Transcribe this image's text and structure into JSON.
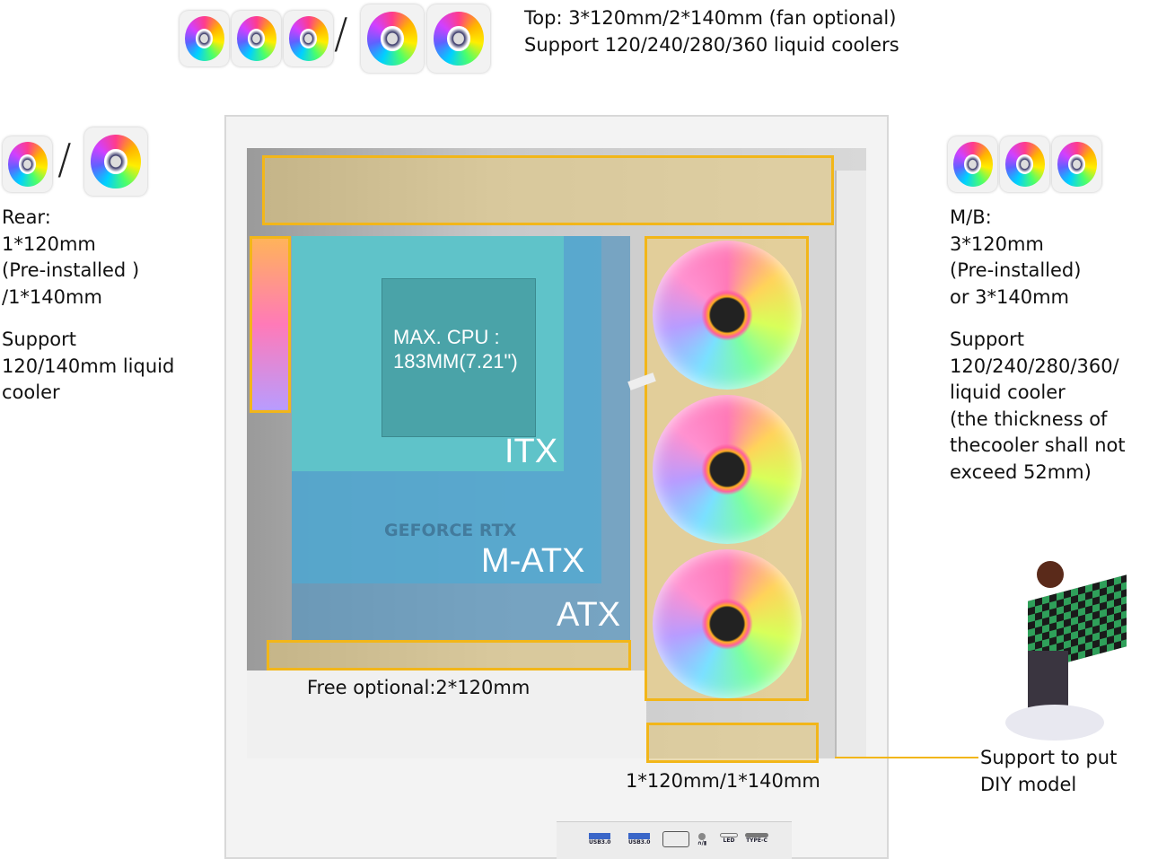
{
  "top_label": {
    "line1": "Top: 3*120mm/2*140mm (fan optional)",
    "line2": "Support 120/240/280/360 liquid coolers"
  },
  "rear_label": {
    "lines": [
      "Rear:",
      "1*120mm",
      "(Pre-installed )",
      "/1*140mm"
    ],
    "support": [
      "Support",
      "120/140mm liquid",
      "cooler"
    ]
  },
  "mb_label": {
    "lines": [
      "M/B:",
      "3*120mm",
      "(Pre-installed)",
      "or 3*140mm"
    ],
    "support": [
      "Support",
      "120/240/280/360/",
      "liquid cooler",
      "(the thickness of",
      "thecooler shall not",
      "exceed 52mm)"
    ]
  },
  "cpu_label": {
    "line1": "MAX. CPU :",
    "line2": "183MM(7.21\")"
  },
  "board_labels": {
    "itx": "ITX",
    "matx": "M-ATX",
    "atx": "ATX",
    "gpu": "GEFORCE RTX"
  },
  "bottom_label": "Free optional:2*120mm",
  "psu_label": "1*120mm/1*140mm",
  "model_label": {
    "line1": "Support to put",
    "line2": "DIY model"
  },
  "io_ports": [
    "USB3.0",
    "USB3.0",
    "",
    "∩/▮",
    "LED",
    "TYPE-C"
  ],
  "slash": "/",
  "colors": {
    "accent": "#f2b619"
  }
}
